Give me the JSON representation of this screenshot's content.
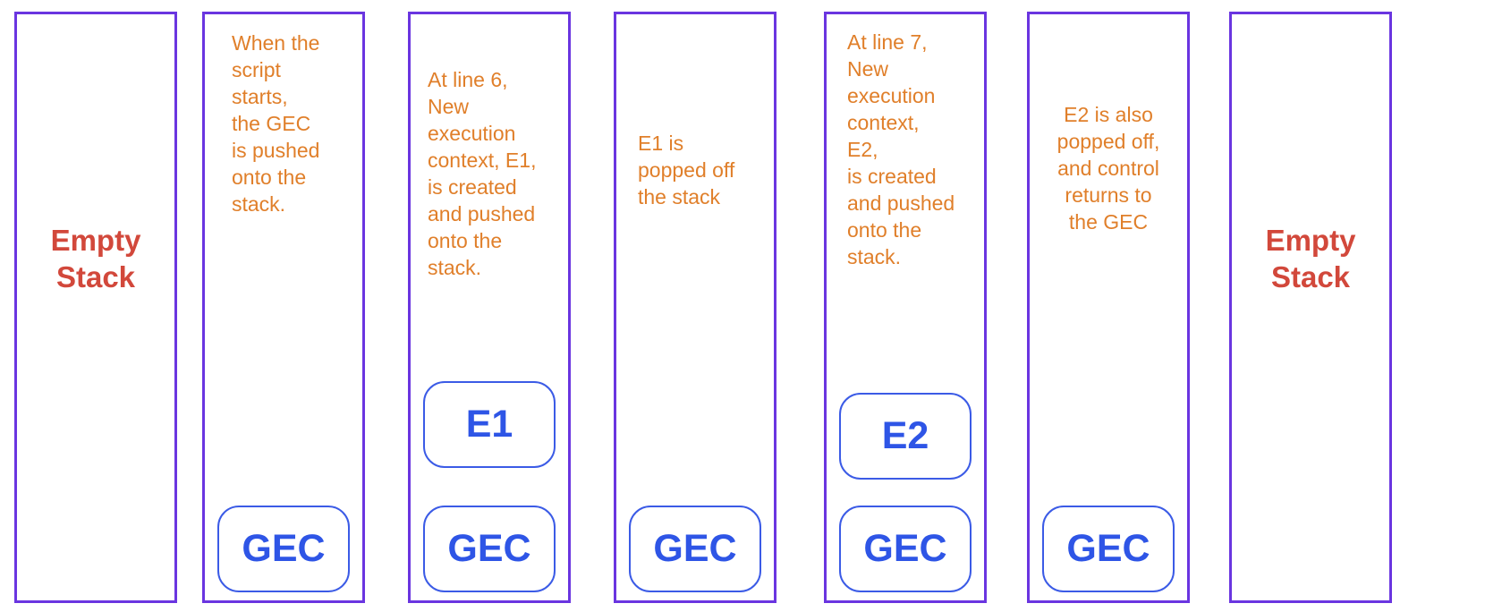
{
  "colors": {
    "panel_border": "#6a35e0",
    "empty_label": "#d2483b",
    "note_text": "#e07f2a",
    "frame_border": "#3b5be6",
    "frame_text": "#2e55e6"
  },
  "stages": [
    {
      "empty_label": "Empty\nStack"
    },
    {
      "note": "When the\nscript\nstarts,\nthe GEC\nis pushed\nonto the\nstack.",
      "frames": [
        "GEC"
      ]
    },
    {
      "note": "At line 6,\nNew\nexecution\ncontext, E1,\nis created\nand pushed\nonto the\nstack.",
      "frames": [
        "E1",
        "GEC"
      ]
    },
    {
      "note": "E1 is\npopped off\nthe stack",
      "frames": [
        "GEC"
      ]
    },
    {
      "note": "At line 7,\nNew\nexecution\ncontext,\nE2,\nis created\nand pushed\nonto the\nstack.",
      "frames": [
        "E2",
        "GEC"
      ]
    },
    {
      "note": "E2 is also\npopped off,\nand control\nreturns to\nthe GEC",
      "frames": [
        "GEC"
      ]
    },
    {
      "empty_label": "Empty\nStack"
    }
  ]
}
